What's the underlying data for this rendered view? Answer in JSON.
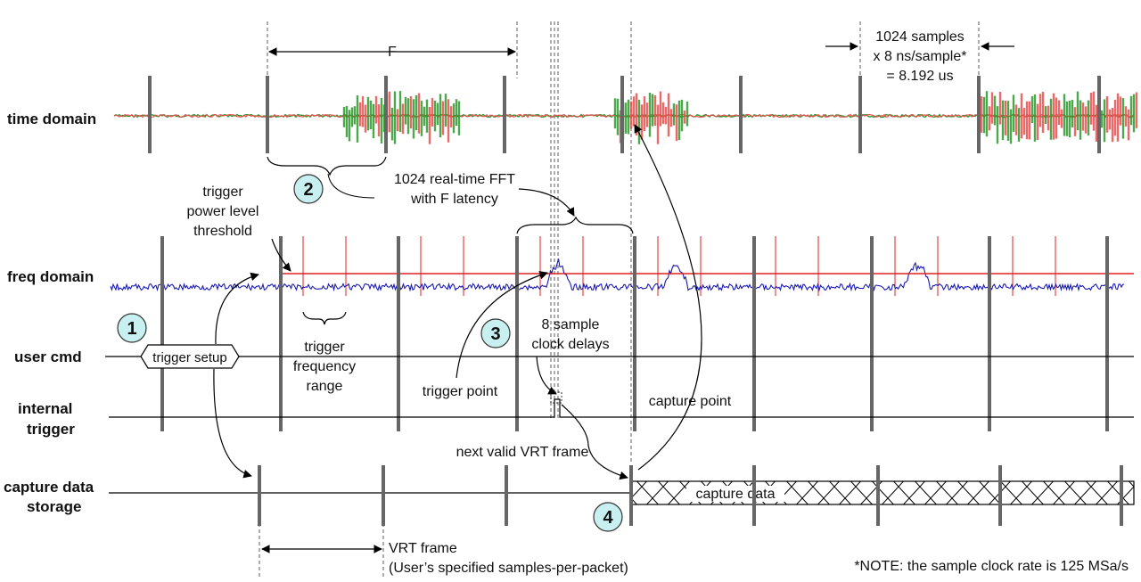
{
  "rows": {
    "time_domain": "time domain",
    "freq_domain": "freq domain",
    "user_cmd": "user cmd",
    "internal_trigger_1": "internal",
    "internal_trigger_2": "trigger",
    "capture_storage_1": "capture data",
    "capture_storage_2": "storage"
  },
  "labels": {
    "f_span": "F",
    "samples_1": "1024 samples",
    "samples_2": "x 8 ns/sample*",
    "samples_3": "= 8.192 us",
    "fft_1": "1024 real-time FFT",
    "fft_2": "with F latency",
    "threshold_1": "trigger",
    "threshold_2": "power level",
    "threshold_3": "threshold",
    "trigger_setup": "trigger setup",
    "freq_range_1": "trigger",
    "freq_range_2": "frequency",
    "freq_range_3": "range",
    "clock_delay_1": "8 sample",
    "clock_delay_2": "clock delays",
    "trigger_point": "trigger point",
    "capture_point": "capture point",
    "next_vrt": "next  valid VRT frame",
    "capture_data": "capture data",
    "vrt_frame_1": "VRT frame",
    "vrt_frame_2": "(User’s specified samples-per-packet)",
    "note": "*NOTE: the sample clock rate is 125 MSa/s"
  },
  "steps": [
    "1",
    "2",
    "3",
    "4"
  ],
  "colors": {
    "step_fill": "#c9f0f0",
    "freq_signal": "#1a1ab5",
    "threshold_line": "#e02020",
    "time_green": "#2e9a2e",
    "time_red": "#e85050",
    "marker": "#666666"
  }
}
